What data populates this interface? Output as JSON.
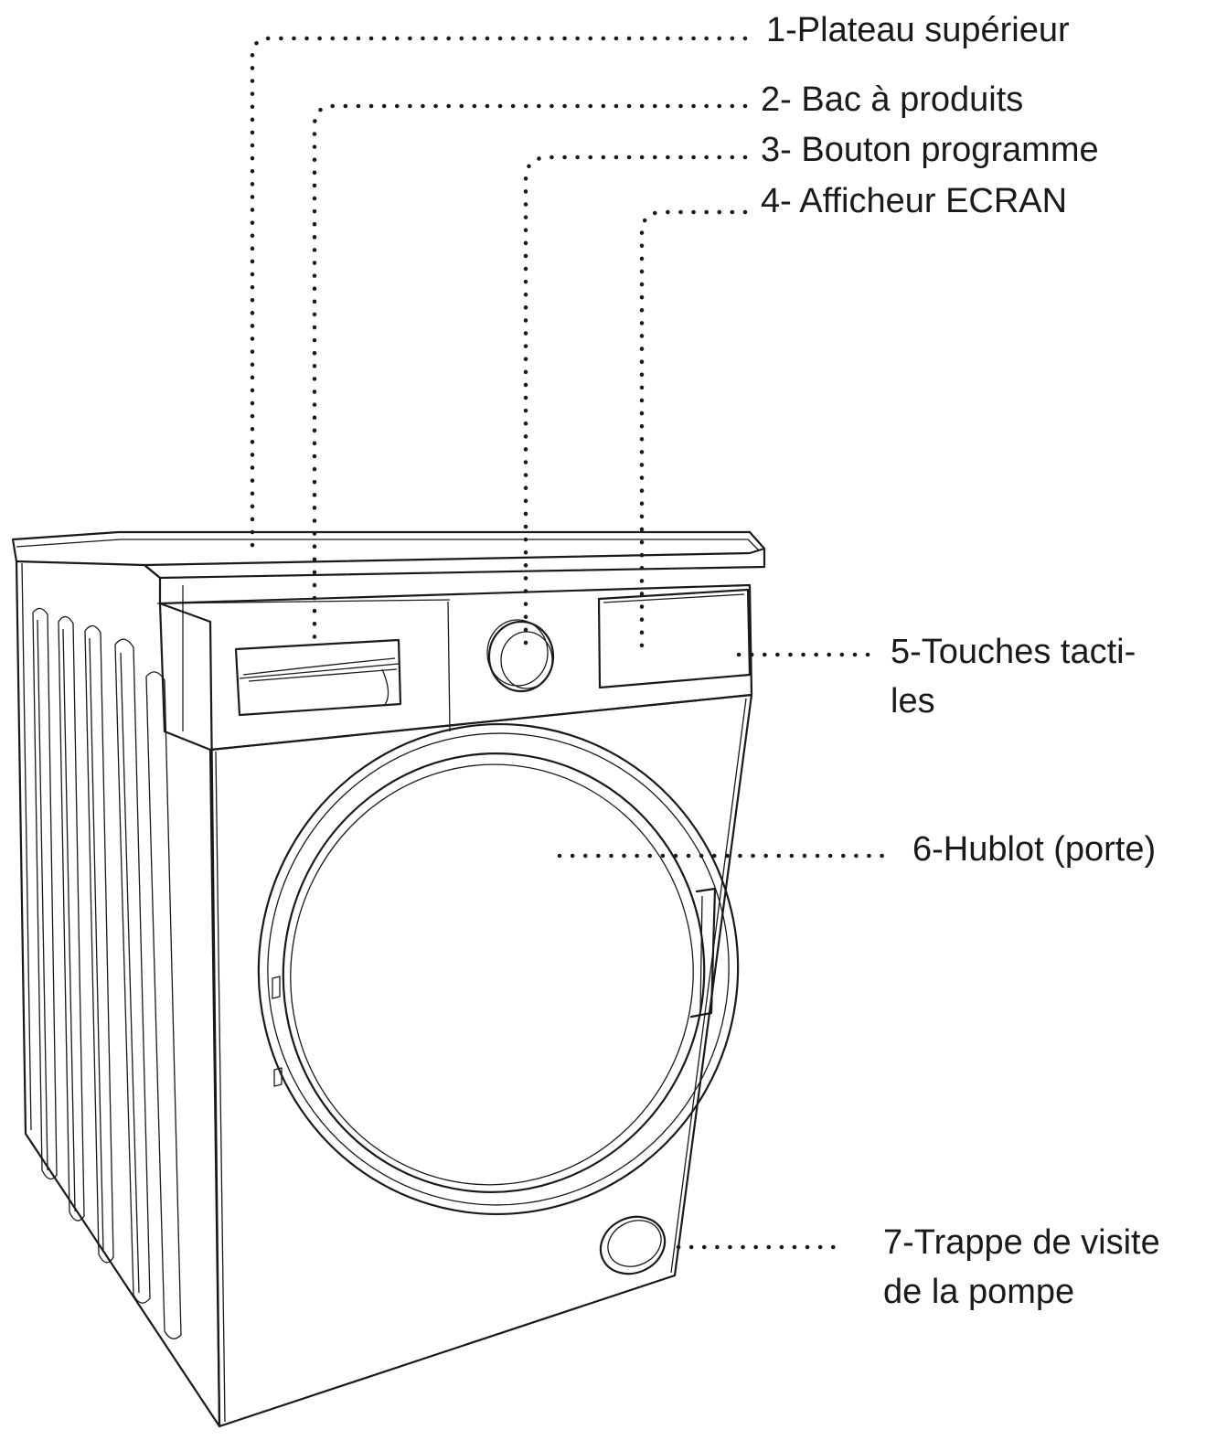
{
  "labels": {
    "plateau": "1-Plateau supérieur",
    "bac": "2- Bac à produits",
    "bouton": "3- Bouton programme",
    "afficheur": "4- Afficheur ECRAN",
    "touches": {
      "line1": "5-Touches tacti-",
      "line2": "les"
    },
    "hublot": "6-Hublot (porte)",
    "trappe": {
      "line1": "7-Trappe de visite",
      "line2": "de la pompe"
    }
  },
  "colors": {
    "ink": "#1a1a1a",
    "background": "#ffffff"
  }
}
